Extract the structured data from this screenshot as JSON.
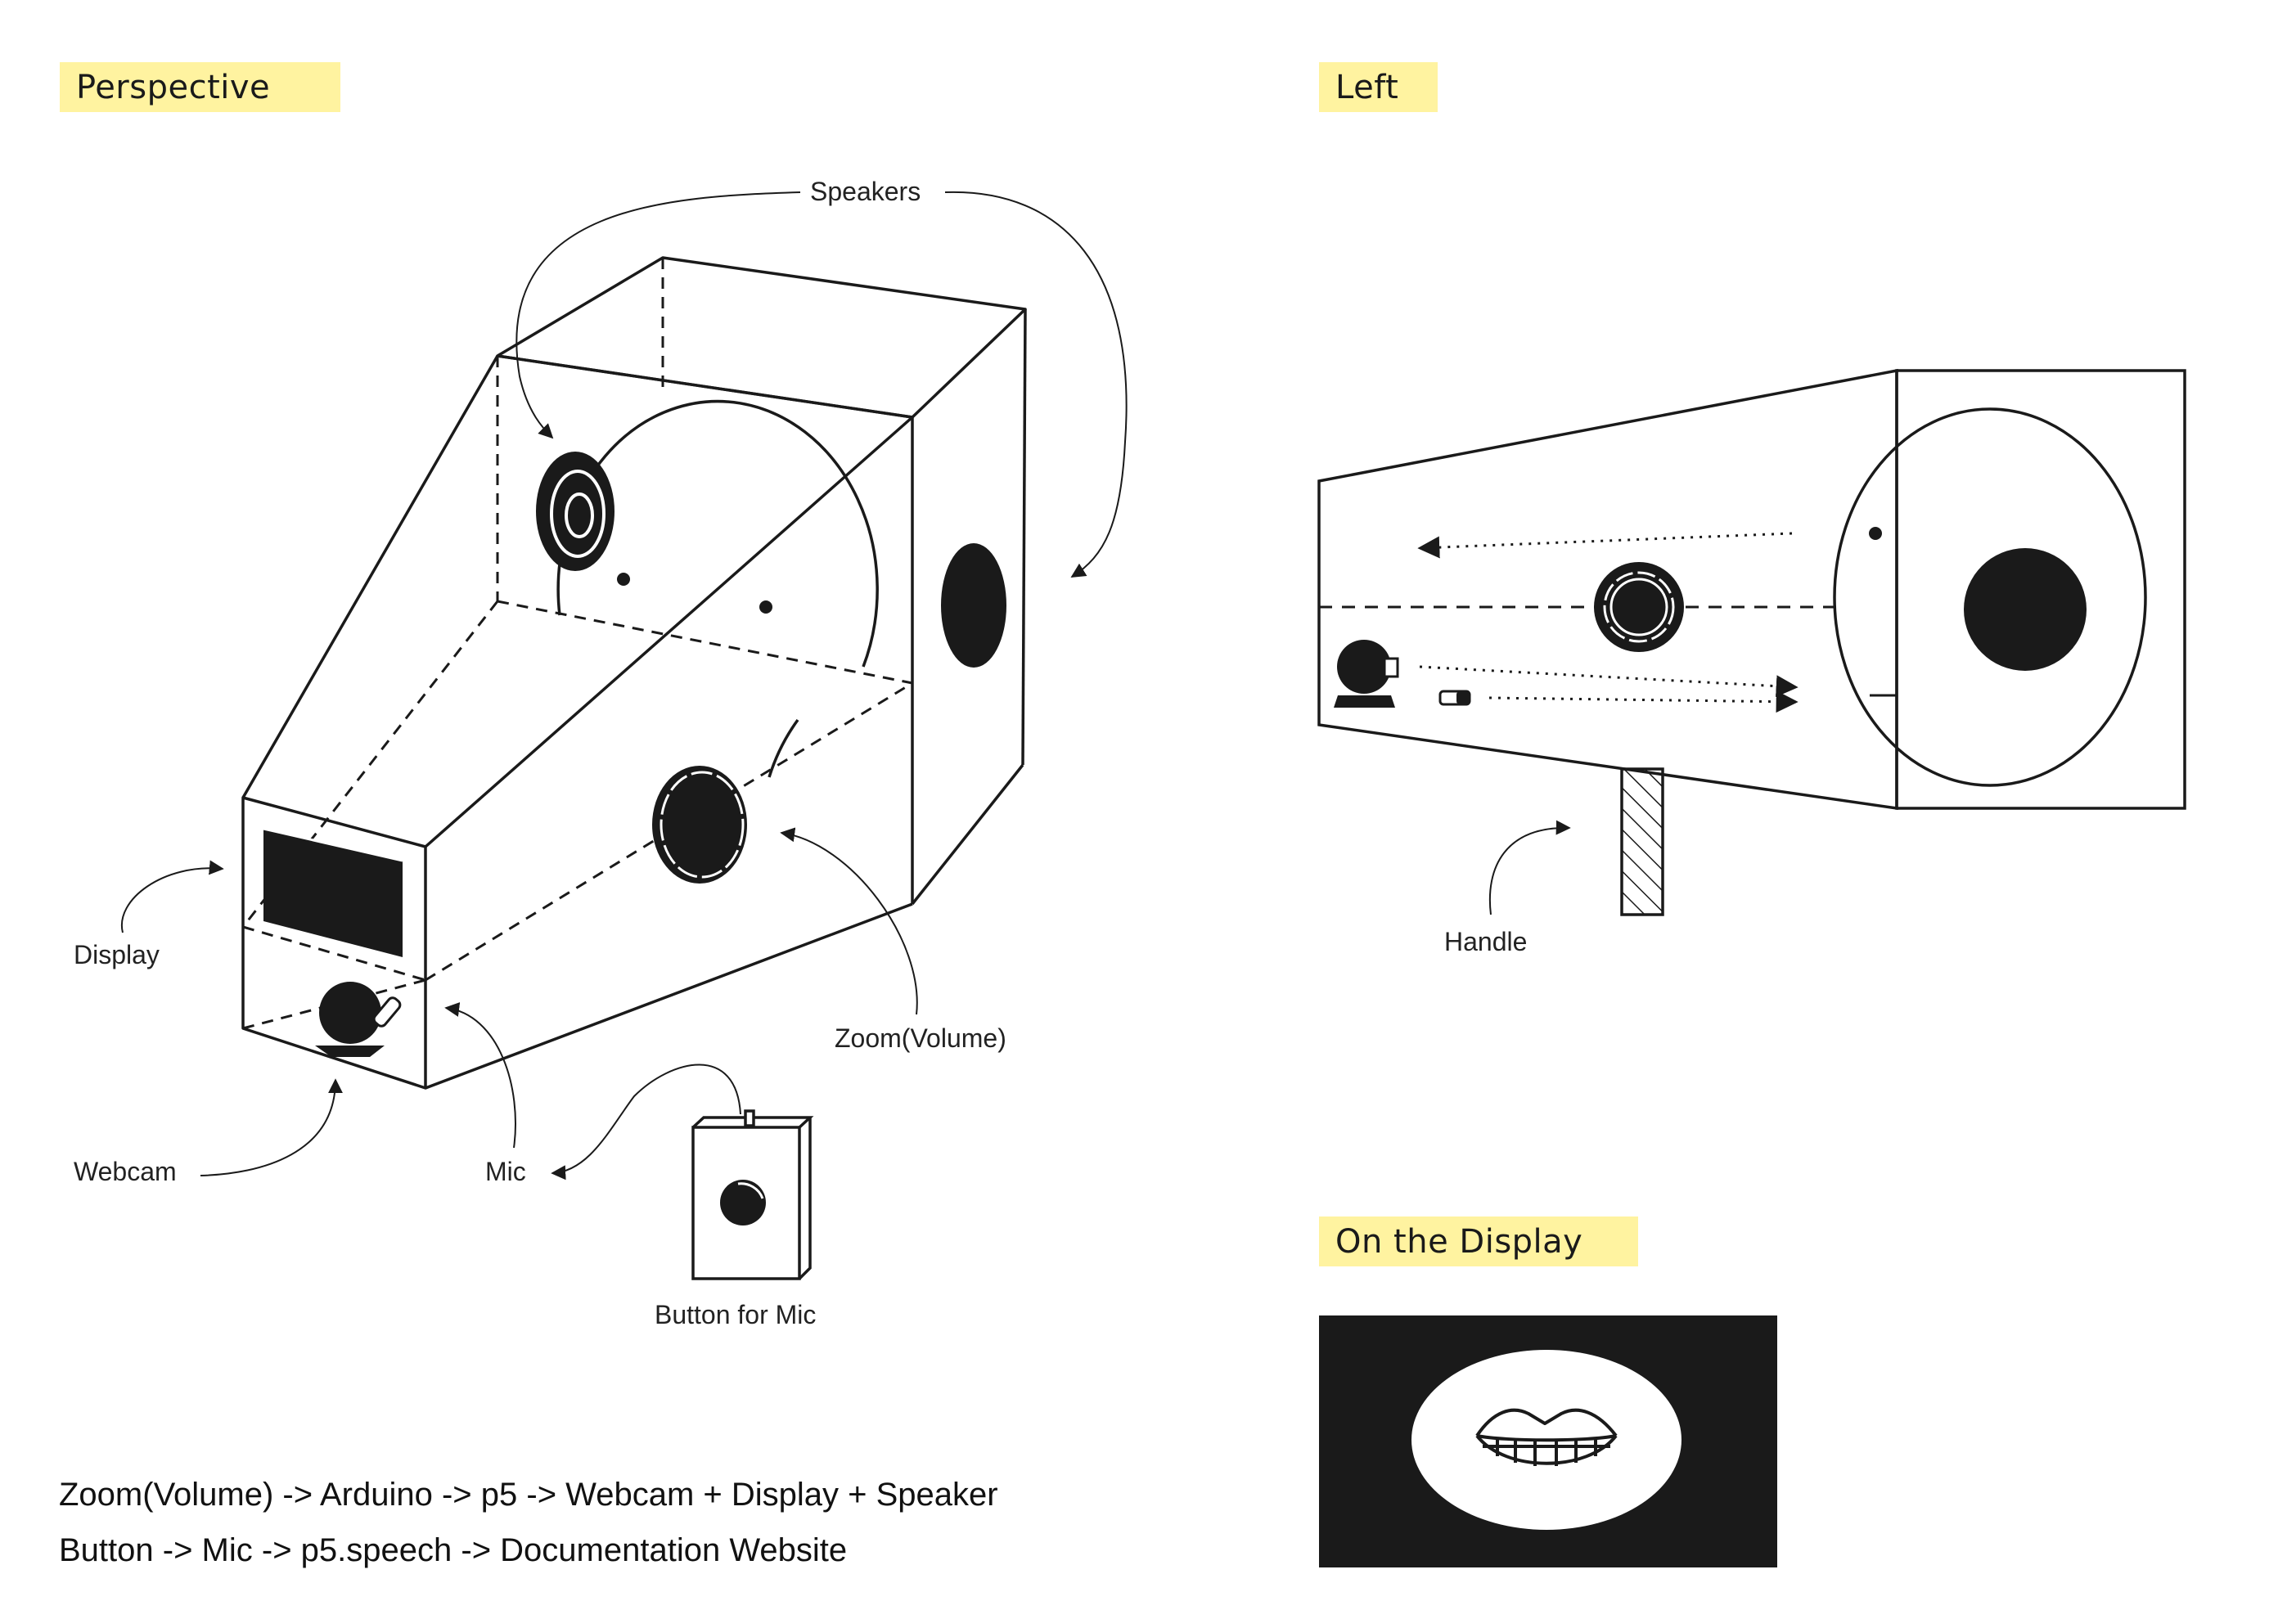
{
  "sections": {
    "perspective": "Perspective",
    "left": "Left",
    "on_display": "On the Display"
  },
  "labels": {
    "speakers": "Speakers",
    "display": "Display",
    "webcam": "Webcam",
    "mic": "Mic",
    "zoom_volume": "Zoom(Volume)",
    "button_for_mic": "Button for Mic",
    "handle": "Handle"
  },
  "flows": [
    "Zoom(Volume) -> Arduino -> p5 -> Webcam + Display + Speaker",
    "Button -> Mic -> p5.speech -> Documentation Website"
  ],
  "colors": {
    "highlight": "#fff3a0",
    "ink": "#1a1a1a",
    "background": "#ffffff"
  }
}
